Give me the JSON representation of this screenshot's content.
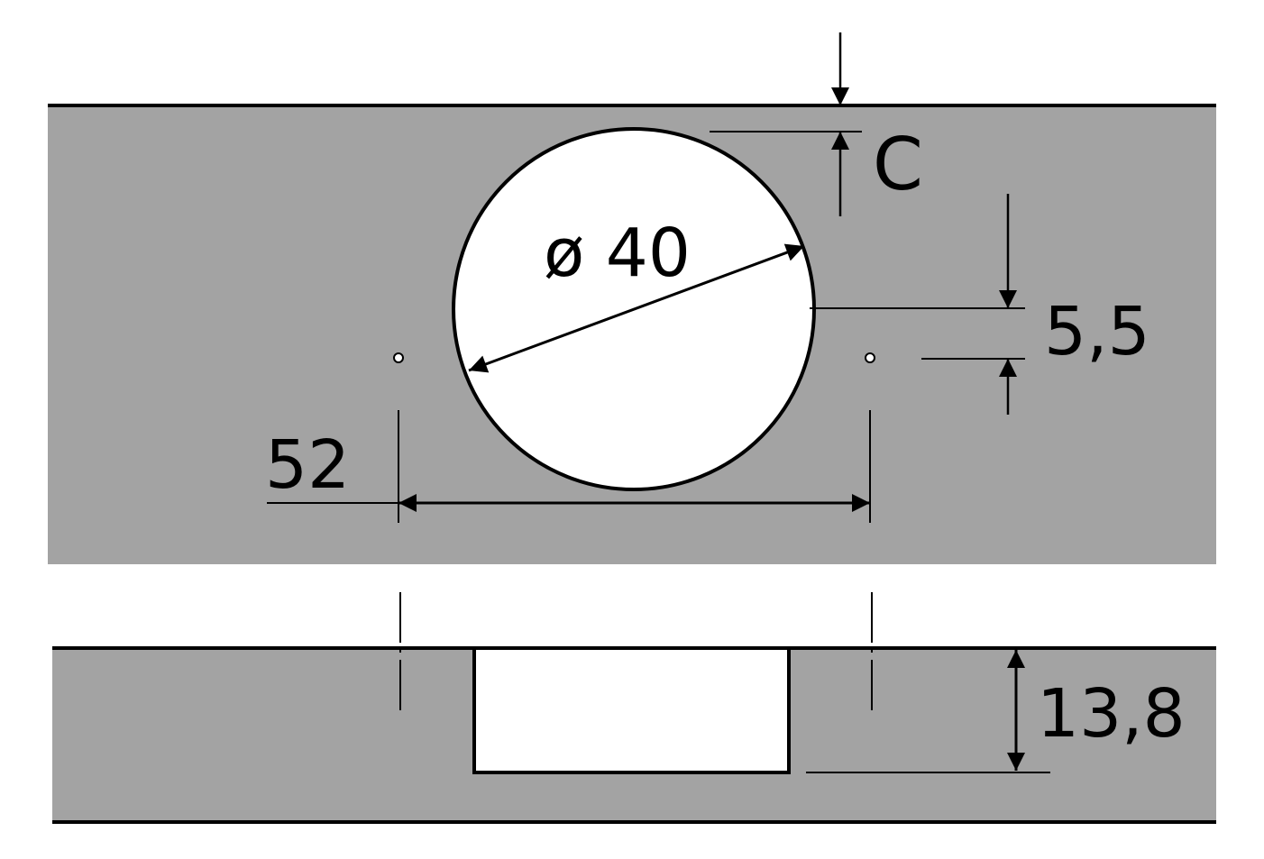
{
  "labels": {
    "clearance": "C",
    "diameter": "ø 40",
    "offset": "5,5",
    "hole_spacing": "52",
    "depth": "13,8"
  },
  "colors": {
    "panel": "#a3a3a3",
    "line": "#000000",
    "hole": "#ffffff",
    "background": "#ffffff"
  }
}
